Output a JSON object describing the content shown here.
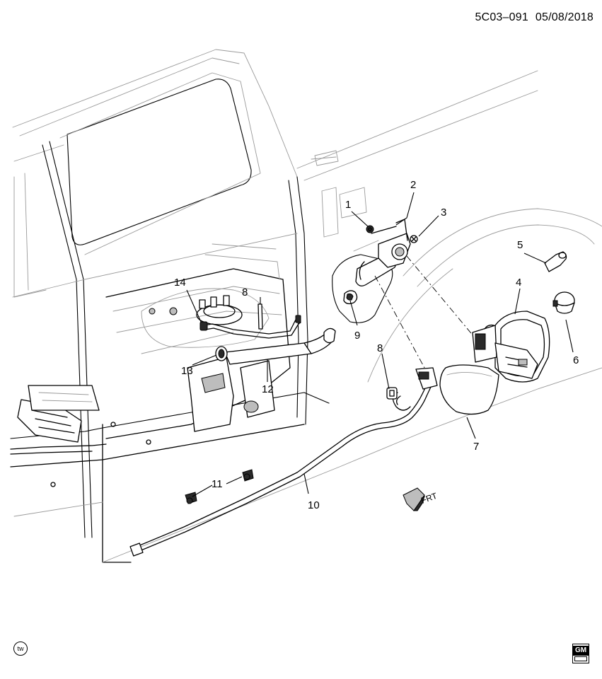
{
  "header": {
    "diagram_id": "5C03–091",
    "date": "05/08/2018"
  },
  "callouts": [
    {
      "id": "c1",
      "text": "1"
    },
    {
      "id": "c2",
      "text": "2"
    },
    {
      "id": "c3",
      "text": "3"
    },
    {
      "id": "c4",
      "text": "4"
    },
    {
      "id": "c5",
      "text": "5"
    },
    {
      "id": "c6",
      "text": "6"
    },
    {
      "id": "c7",
      "text": "7"
    },
    {
      "id": "c8a",
      "text": "8"
    },
    {
      "id": "c8b",
      "text": "8"
    },
    {
      "id": "c9",
      "text": "9"
    },
    {
      "id": "c10",
      "text": "10"
    },
    {
      "id": "c11",
      "text": "11"
    },
    {
      "id": "c12",
      "text": "12"
    },
    {
      "id": "c13",
      "text": "13"
    },
    {
      "id": "c14",
      "text": "14"
    }
  ],
  "direction_arrow": {
    "label": "FRT"
  },
  "footer": {
    "left_badge": "tw",
    "right_logo": "GM"
  }
}
